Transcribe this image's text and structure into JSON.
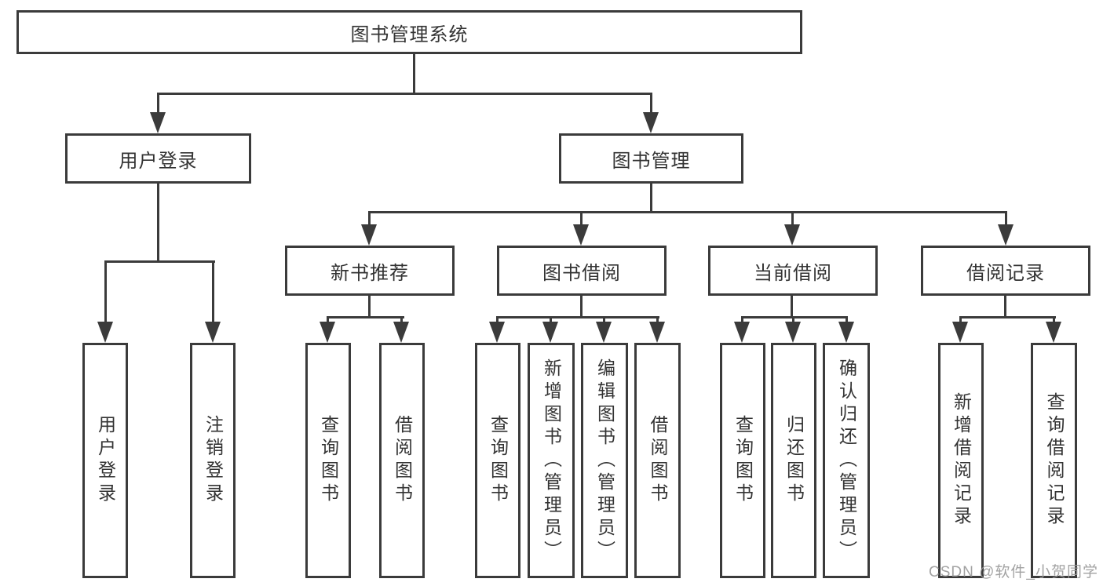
{
  "tree": {
    "root": {
      "label": "图书管理系统"
    },
    "level2": [
      {
        "label": "用户登录",
        "children": [
          {
            "label": "用户登录"
          },
          {
            "label": "注销登录"
          }
        ]
      },
      {
        "label": "图书管理",
        "children": [
          {
            "label": "新书推荐",
            "children": [
              {
                "label": "查询图书"
              },
              {
                "label": "借阅图书"
              }
            ]
          },
          {
            "label": "图书借阅",
            "children": [
              {
                "label": "查询图书"
              },
              {
                "label": "新增图书（管理员）"
              },
              {
                "label": "编辑图书（管理员）"
              },
              {
                "label": "借阅图书"
              }
            ]
          },
          {
            "label": "当前借阅",
            "children": [
              {
                "label": "查询图书"
              },
              {
                "label": "归还图书"
              },
              {
                "label": "确认归还（管理员）"
              }
            ]
          },
          {
            "label": "借阅记录",
            "children": [
              {
                "label": "新增借阅记录"
              },
              {
                "label": "查询借阅记录"
              }
            ]
          }
        ]
      }
    ]
  },
  "watermark": {
    "text": "CSDN @软件_小贺同学"
  },
  "colors": {
    "line": "#3b3b3b",
    "text": "#333333",
    "background": "#ffffff",
    "watermark": "#989898"
  }
}
